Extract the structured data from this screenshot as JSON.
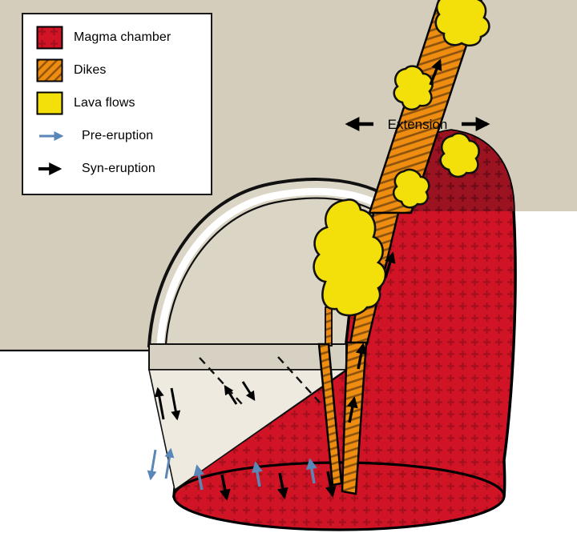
{
  "legend": {
    "items": [
      {
        "id": "magma-chamber",
        "label": "Magma chamber",
        "swatch": "magma-crosshatch-swatch",
        "color": "#d01425"
      },
      {
        "id": "dikes",
        "label": "Dikes",
        "swatch": "dike-hatch-swatch",
        "color": "#ef8d10"
      },
      {
        "id": "lava-flows",
        "label": "Lava flows",
        "swatch": "lava-swatch",
        "color": "#f3e00a"
      },
      {
        "id": "pre-eruption",
        "label": "Pre-eruption",
        "swatch": "blue-arrow-icon",
        "color": "#5b87b8"
      },
      {
        "id": "syn-eruption",
        "label": "Syn-eruption",
        "swatch": "black-arrow-icon",
        "color": "#000000"
      }
    ]
  },
  "annotations": {
    "extension_label": "Extension"
  },
  "colors": {
    "background": "#ffffff",
    "ground": "#d4cdbb",
    "magma": "#d01425",
    "magma_pattern": "#a30f1d",
    "magma_deep": "#9b1220",
    "magma_deep_pattern": "#6d0c16",
    "dike_orange": "#ef8d10",
    "dike_hatch": "#8a520e",
    "lava_yellow": "#f3e00a",
    "pre_eruption_arrow": "#5b87b8",
    "syn_eruption_arrow": "#000000",
    "outline": "#000000",
    "dome_face": "#dbd5c5",
    "cutaway_face": "#eeeae0"
  }
}
